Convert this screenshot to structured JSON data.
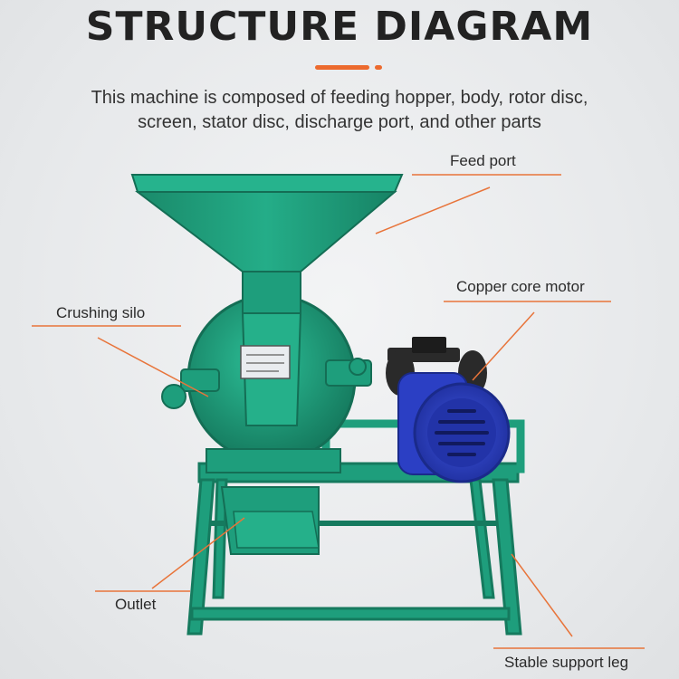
{
  "title": "STRUCTURE DIAGRAM",
  "description_line1": "This machine is composed of feeding hopper, body, rotor disc,",
  "description_line2": "screen, stator disc, discharge port, and other parts",
  "labels": {
    "feed_port": "Feed port",
    "copper_core_motor": "Copper core motor",
    "crushing_silo": "Crushing silo",
    "outlet": "Outlet",
    "stable_support_leg": "Stable support leg"
  },
  "colors": {
    "accent": "#ec6a2e",
    "machine_green": "#1e9e7c",
    "motor_blue": "#2b3fc4",
    "callout_line": "#e8743a"
  }
}
